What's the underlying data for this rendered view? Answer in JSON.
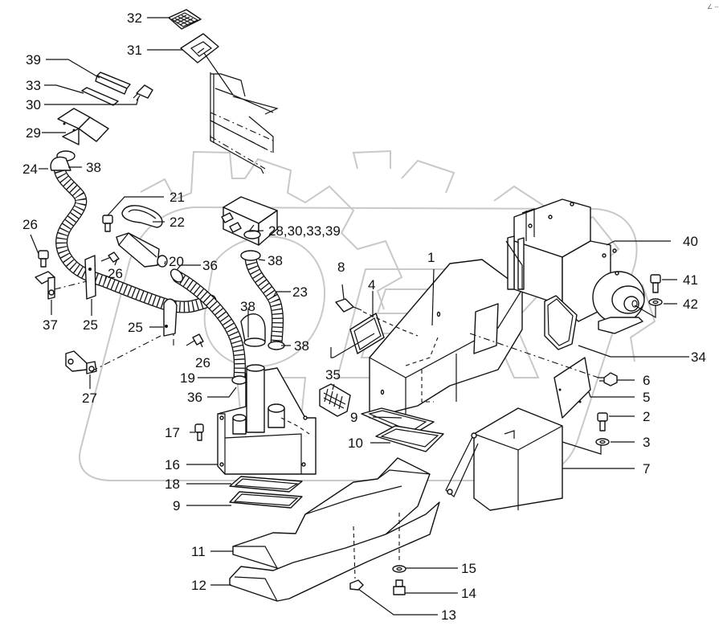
{
  "diagram": {
    "type": "exploded parts diagram",
    "subject": "cab heater / air duct assembly",
    "watermark": "gear outline with faint brand lettering",
    "corner_mark": "∠ --",
    "callouts": [
      {
        "id": "c32",
        "text": "32"
      },
      {
        "id": "c31",
        "text": "31"
      },
      {
        "id": "c39",
        "text": "39"
      },
      {
        "id": "c33",
        "text": "33"
      },
      {
        "id": "c30",
        "text": "30"
      },
      {
        "id": "c29",
        "text": "29"
      },
      {
        "id": "c24",
        "text": "24"
      },
      {
        "id": "c38a",
        "text": "38"
      },
      {
        "id": "c21",
        "text": "21"
      },
      {
        "id": "c22",
        "text": "22"
      },
      {
        "id": "c28",
        "text": "28,30,33,39"
      },
      {
        "id": "c40",
        "text": "40"
      },
      {
        "id": "c26a",
        "text": "26"
      },
      {
        "id": "c26b",
        "text": "26"
      },
      {
        "id": "c20",
        "text": "20"
      },
      {
        "id": "c36a",
        "text": "36"
      },
      {
        "id": "c38b",
        "text": "38"
      },
      {
        "id": "c1",
        "text": "1"
      },
      {
        "id": "c23",
        "text": "23"
      },
      {
        "id": "c8",
        "text": "8"
      },
      {
        "id": "c4",
        "text": "4"
      },
      {
        "id": "c41",
        "text": "41"
      },
      {
        "id": "c42",
        "text": "42"
      },
      {
        "id": "c37",
        "text": "37"
      },
      {
        "id": "c25a",
        "text": "25"
      },
      {
        "id": "c38c",
        "text": "38"
      },
      {
        "id": "c25b",
        "text": "25"
      },
      {
        "id": "c38d",
        "text": "38"
      },
      {
        "id": "c34",
        "text": "34"
      },
      {
        "id": "c26c",
        "text": "26"
      },
      {
        "id": "c27",
        "text": "27"
      },
      {
        "id": "c19",
        "text": "19"
      },
      {
        "id": "c35",
        "text": "35"
      },
      {
        "id": "c6",
        "text": "6"
      },
      {
        "id": "c36b",
        "text": "36"
      },
      {
        "id": "c5",
        "text": "5"
      },
      {
        "id": "c9a",
        "text": "9"
      },
      {
        "id": "c2",
        "text": "2"
      },
      {
        "id": "c17",
        "text": "17"
      },
      {
        "id": "c10",
        "text": "10"
      },
      {
        "id": "c3",
        "text": "3"
      },
      {
        "id": "c16",
        "text": "16"
      },
      {
        "id": "c7",
        "text": "7"
      },
      {
        "id": "c18",
        "text": "18"
      },
      {
        "id": "c9b",
        "text": "9"
      },
      {
        "id": "c11",
        "text": "11"
      },
      {
        "id": "c15",
        "text": "15"
      },
      {
        "id": "c12",
        "text": "12"
      },
      {
        "id": "c14",
        "text": "14"
      },
      {
        "id": "c13",
        "text": "13"
      }
    ]
  }
}
